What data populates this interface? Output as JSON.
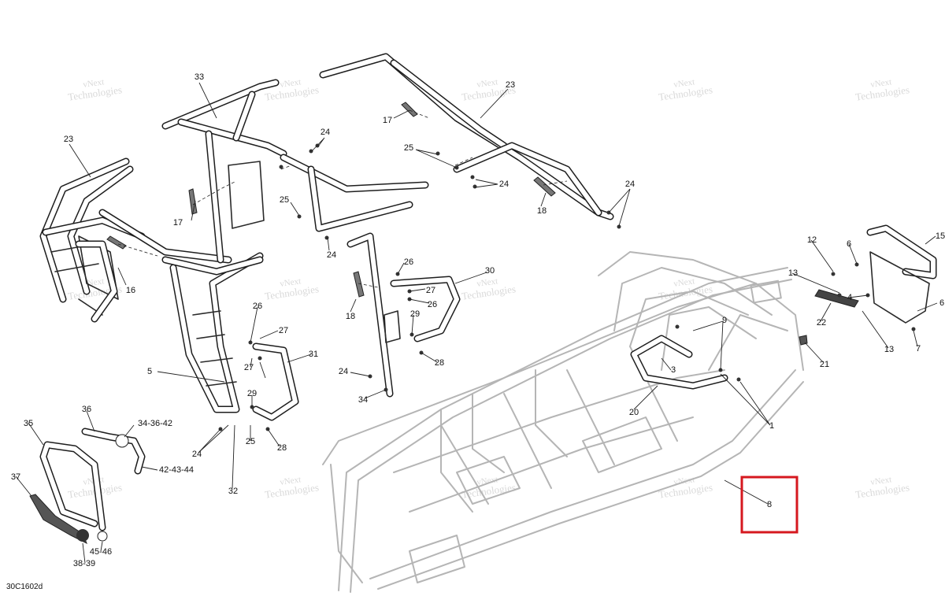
{
  "drawing_code": "30C1602d",
  "watermark": {
    "line1": "vNext",
    "line2": "Technologies"
  },
  "callouts": [
    {
      "id": "c33",
      "label": "33"
    },
    {
      "id": "c23a",
      "label": "23"
    },
    {
      "id": "c23b",
      "label": "23"
    },
    {
      "id": "c17a",
      "label": "17"
    },
    {
      "id": "c17b",
      "label": "17"
    },
    {
      "id": "c24a",
      "label": "24"
    },
    {
      "id": "c24b",
      "label": "24"
    },
    {
      "id": "c24c",
      "label": "24"
    },
    {
      "id": "c24d",
      "label": "24"
    },
    {
      "id": "c24e",
      "label": "24"
    },
    {
      "id": "c24f",
      "label": "24"
    },
    {
      "id": "c25a",
      "label": "25"
    },
    {
      "id": "c25b",
      "label": "25"
    },
    {
      "id": "c25c",
      "label": "25"
    },
    {
      "id": "c18a",
      "label": "18"
    },
    {
      "id": "c18b",
      "label": "18"
    },
    {
      "id": "c16",
      "label": "16"
    },
    {
      "id": "c26a",
      "label": "26"
    },
    {
      "id": "c26b",
      "label": "26"
    },
    {
      "id": "c26c",
      "label": "26"
    },
    {
      "id": "c27a",
      "label": "27"
    },
    {
      "id": "c27b",
      "label": "27"
    },
    {
      "id": "c27c",
      "label": "27"
    },
    {
      "id": "c30",
      "label": "30"
    },
    {
      "id": "c29a",
      "label": "29"
    },
    {
      "id": "c29b",
      "label": "29"
    },
    {
      "id": "c28a",
      "label": "28"
    },
    {
      "id": "c28b",
      "label": "28"
    },
    {
      "id": "c31",
      "label": "31"
    },
    {
      "id": "c5",
      "label": "5"
    },
    {
      "id": "c34",
      "label": "34"
    },
    {
      "id": "c32",
      "label": "32"
    },
    {
      "id": "c36",
      "label": "36"
    },
    {
      "id": "c35",
      "label": "35"
    },
    {
      "id": "c34-36-42",
      "label": "34-36-42"
    },
    {
      "id": "c42-43-44",
      "label": "42-43-44"
    },
    {
      "id": "c37",
      "label": "37"
    },
    {
      "id": "c45-46",
      "label": "45-46"
    },
    {
      "id": "c38-39",
      "label": "38-39"
    },
    {
      "id": "c9",
      "label": "9"
    },
    {
      "id": "c3",
      "label": "3"
    },
    {
      "id": "c20",
      "label": "20"
    },
    {
      "id": "c1",
      "label": "1"
    },
    {
      "id": "c8",
      "label": "8"
    },
    {
      "id": "c12",
      "label": "12"
    },
    {
      "id": "c6a",
      "label": "6"
    },
    {
      "id": "c6b",
      "label": "6"
    },
    {
      "id": "c15",
      "label": "15"
    },
    {
      "id": "c13a",
      "label": "13"
    },
    {
      "id": "c13b",
      "label": "13"
    },
    {
      "id": "c4",
      "label": "4"
    },
    {
      "id": "c22",
      "label": "22"
    },
    {
      "id": "c7",
      "label": "7"
    },
    {
      "id": "c21",
      "label": "21"
    }
  ]
}
